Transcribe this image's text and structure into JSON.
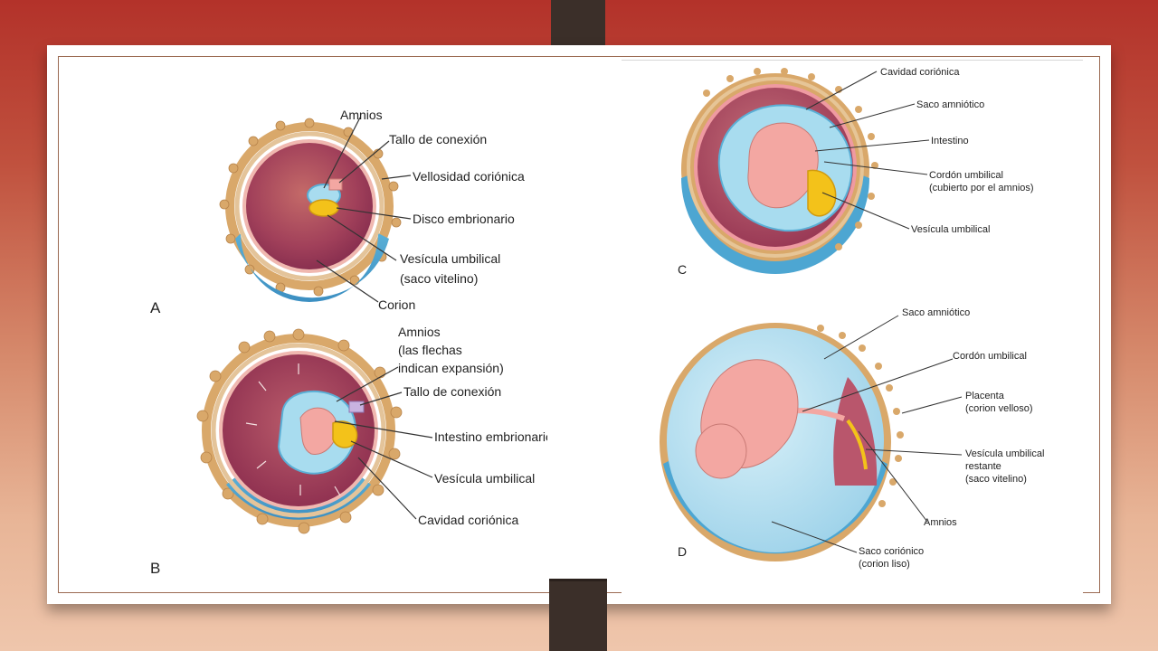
{
  "figure_left": {
    "A": {
      "letter": "A",
      "labels": {
        "amnios": "Amnios",
        "tallo": "Tallo de conexión",
        "vellosidad": "Vellosidad coriónica",
        "disco": "Disco embrionario",
        "vesicula_1": "Vesícula umbilical",
        "vesicula_2": "(saco vitelino)",
        "corion": "Corion"
      }
    },
    "B": {
      "letter": "B",
      "labels": {
        "amnios_1": "Amnios",
        "amnios_2": "(las flechas",
        "amnios_3": "indican expansión)",
        "tallo": "Tallo de conexión",
        "intestino": "Intestino embrionario",
        "vesicula": "Vesícula umbilical",
        "cavidad": "Cavidad coriónica"
      }
    }
  },
  "figure_right": {
    "C": {
      "letter": "C",
      "labels": {
        "cavidad": "Cavidad coriónica",
        "saco": "Saco amniótico",
        "intestino": "Intestino",
        "cordon_1": "Cordón umbilical",
        "cordon_2": "(cubierto por el amnios)",
        "vesicula": "Vesícula umbilical"
      }
    },
    "D": {
      "letter": "D",
      "labels": {
        "saco_amn": "Saco amniótico",
        "cordon": "Cordón umbilical",
        "placenta_1": "Placenta",
        "placenta_2": "(corion velloso)",
        "vesicula_1": "Vesícula umbilical",
        "vesicula_2": "restante",
        "vesicula_3": "(saco vitelino)",
        "amnios": "Amnios",
        "saco_cor_1": "Saco coriónico",
        "saco_cor_2": "(corion liso)"
      }
    }
  },
  "colors": {
    "background_top": "#b3322a",
    "background_bottom": "#efc6ac",
    "tab": "#3b2f29",
    "chorion_villi": "#d9a86a",
    "chorionic_cavity": "#a8485a",
    "amnion_fluid": "#a8dcef",
    "yolk_sac": "#f3c21a",
    "embryo": "#f3a7a2",
    "blue_layer": "#5aafd6"
  }
}
